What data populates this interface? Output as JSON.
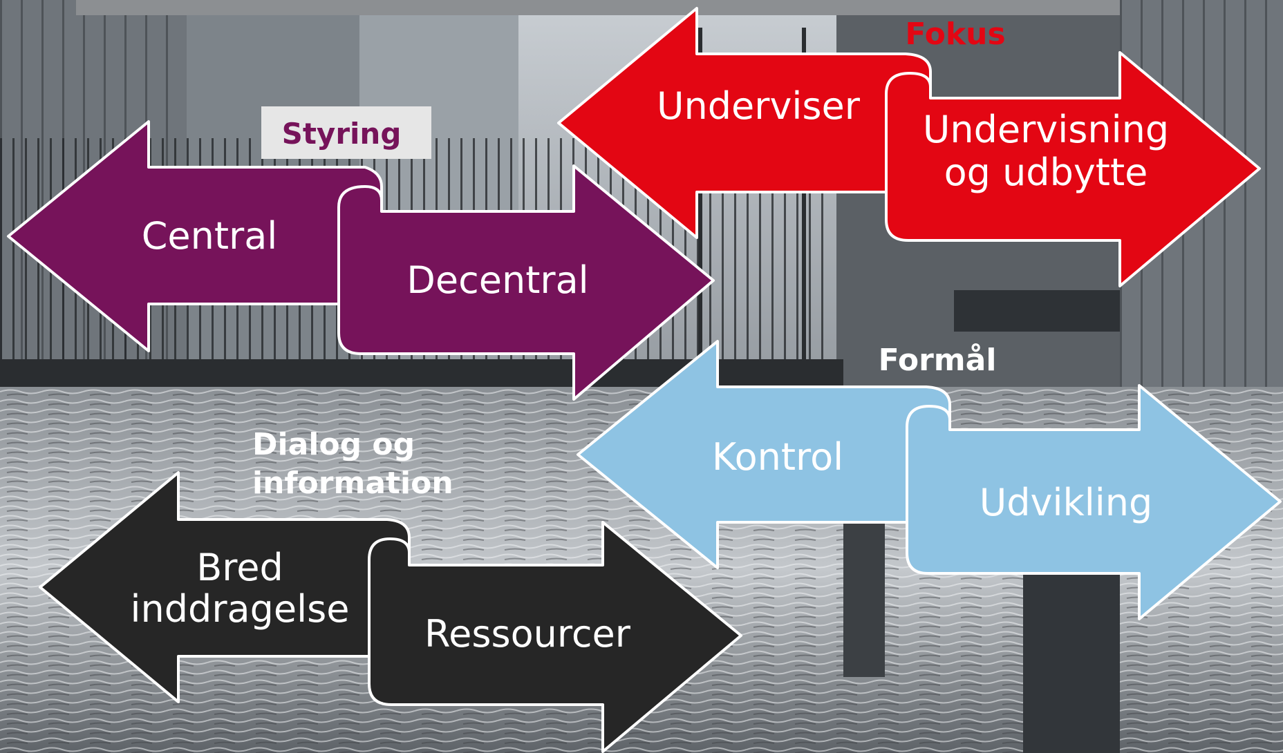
{
  "title": "",
  "diagrams": [
    {
      "id": "styring",
      "heading": "Styring",
      "left_label": [
        "Central"
      ],
      "right_label": [
        "Decentral"
      ],
      "color": "#76135a",
      "curl_color": "#4e0b3b",
      "heading_color": "#76135a",
      "heading_bg": "#e6e6e6"
    },
    {
      "id": "fokus",
      "heading": "Fokus",
      "left_label": [
        "Underviser"
      ],
      "right_label": [
        "Undervisning",
        "og udbytte"
      ],
      "color": "#e30613",
      "curl_color": "#a1040d",
      "heading_color": "#e30613"
    },
    {
      "id": "formaal",
      "heading": "Formål",
      "left_label": [
        "Kontrol"
      ],
      "right_label": [
        "Udvikling"
      ],
      "color": "#8ec3e3",
      "curl_color": "#6a98b2",
      "heading_color": "#ffffff"
    },
    {
      "id": "dialog",
      "heading": [
        "Dialog og",
        "information"
      ],
      "left_label": [
        "Bred",
        "inddragelse"
      ],
      "right_label": [
        "Ressourcer"
      ],
      "color": "#262626",
      "curl_color": "#0f0f0f",
      "heading_color": "#ffffff"
    }
  ]
}
